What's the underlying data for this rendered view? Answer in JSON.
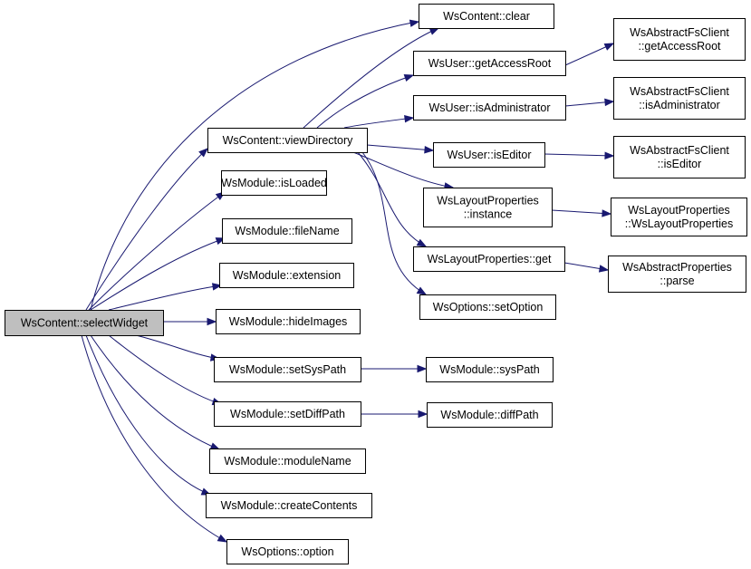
{
  "diagram": {
    "colors": {
      "edge": "#191970",
      "root_fill": "#bfbfbf",
      "node_fill": "#ffffff",
      "border": "#000000"
    },
    "nodes": {
      "root": [
        "WsContent::selectWidget"
      ],
      "clear": [
        "WsContent::clear"
      ],
      "viewDirectory": [
        "WsContent::viewDirectory"
      ],
      "getAccessRoot": [
        "WsUser::getAccessRoot"
      ],
      "isAdministrator": [
        "WsUser::isAdministrator"
      ],
      "isEditor": [
        "WsUser::isEditor"
      ],
      "fsGetAccessRoot": [
        "WsAbstractFsClient",
        "::getAccessRoot"
      ],
      "fsIsAdministrator": [
        "WsAbstractFsClient",
        "::isAdministrator"
      ],
      "fsIsEditor": [
        "WsAbstractFsClient",
        "::isEditor"
      ],
      "layoutInstance": [
        "WsLayoutProperties",
        "::instance"
      ],
      "layoutCtor": [
        "WsLayoutProperties",
        "::WsLayoutProperties"
      ],
      "layoutGet": [
        "WsLayoutProperties::get"
      ],
      "fsParse": [
        "WsAbstractProperties",
        "::parse"
      ],
      "setOption": [
        "WsOptions::setOption"
      ],
      "isLoaded": [
        "WsModule::isLoaded"
      ],
      "fileName": [
        "WsModule::fileName"
      ],
      "extension": [
        "WsModule::extension"
      ],
      "hideImages": [
        "WsModule::hideImages"
      ],
      "setSysPath": [
        "WsModule::setSysPath"
      ],
      "sysPath": [
        "WsModule::sysPath"
      ],
      "setDiffPath": [
        "WsModule::setDiffPath"
      ],
      "diffPath": [
        "WsModule::diffPath"
      ],
      "moduleName": [
        "WsModule::moduleName"
      ],
      "createContents": [
        "WsModule::createContents"
      ],
      "option": [
        "WsOptions::option"
      ]
    }
  }
}
